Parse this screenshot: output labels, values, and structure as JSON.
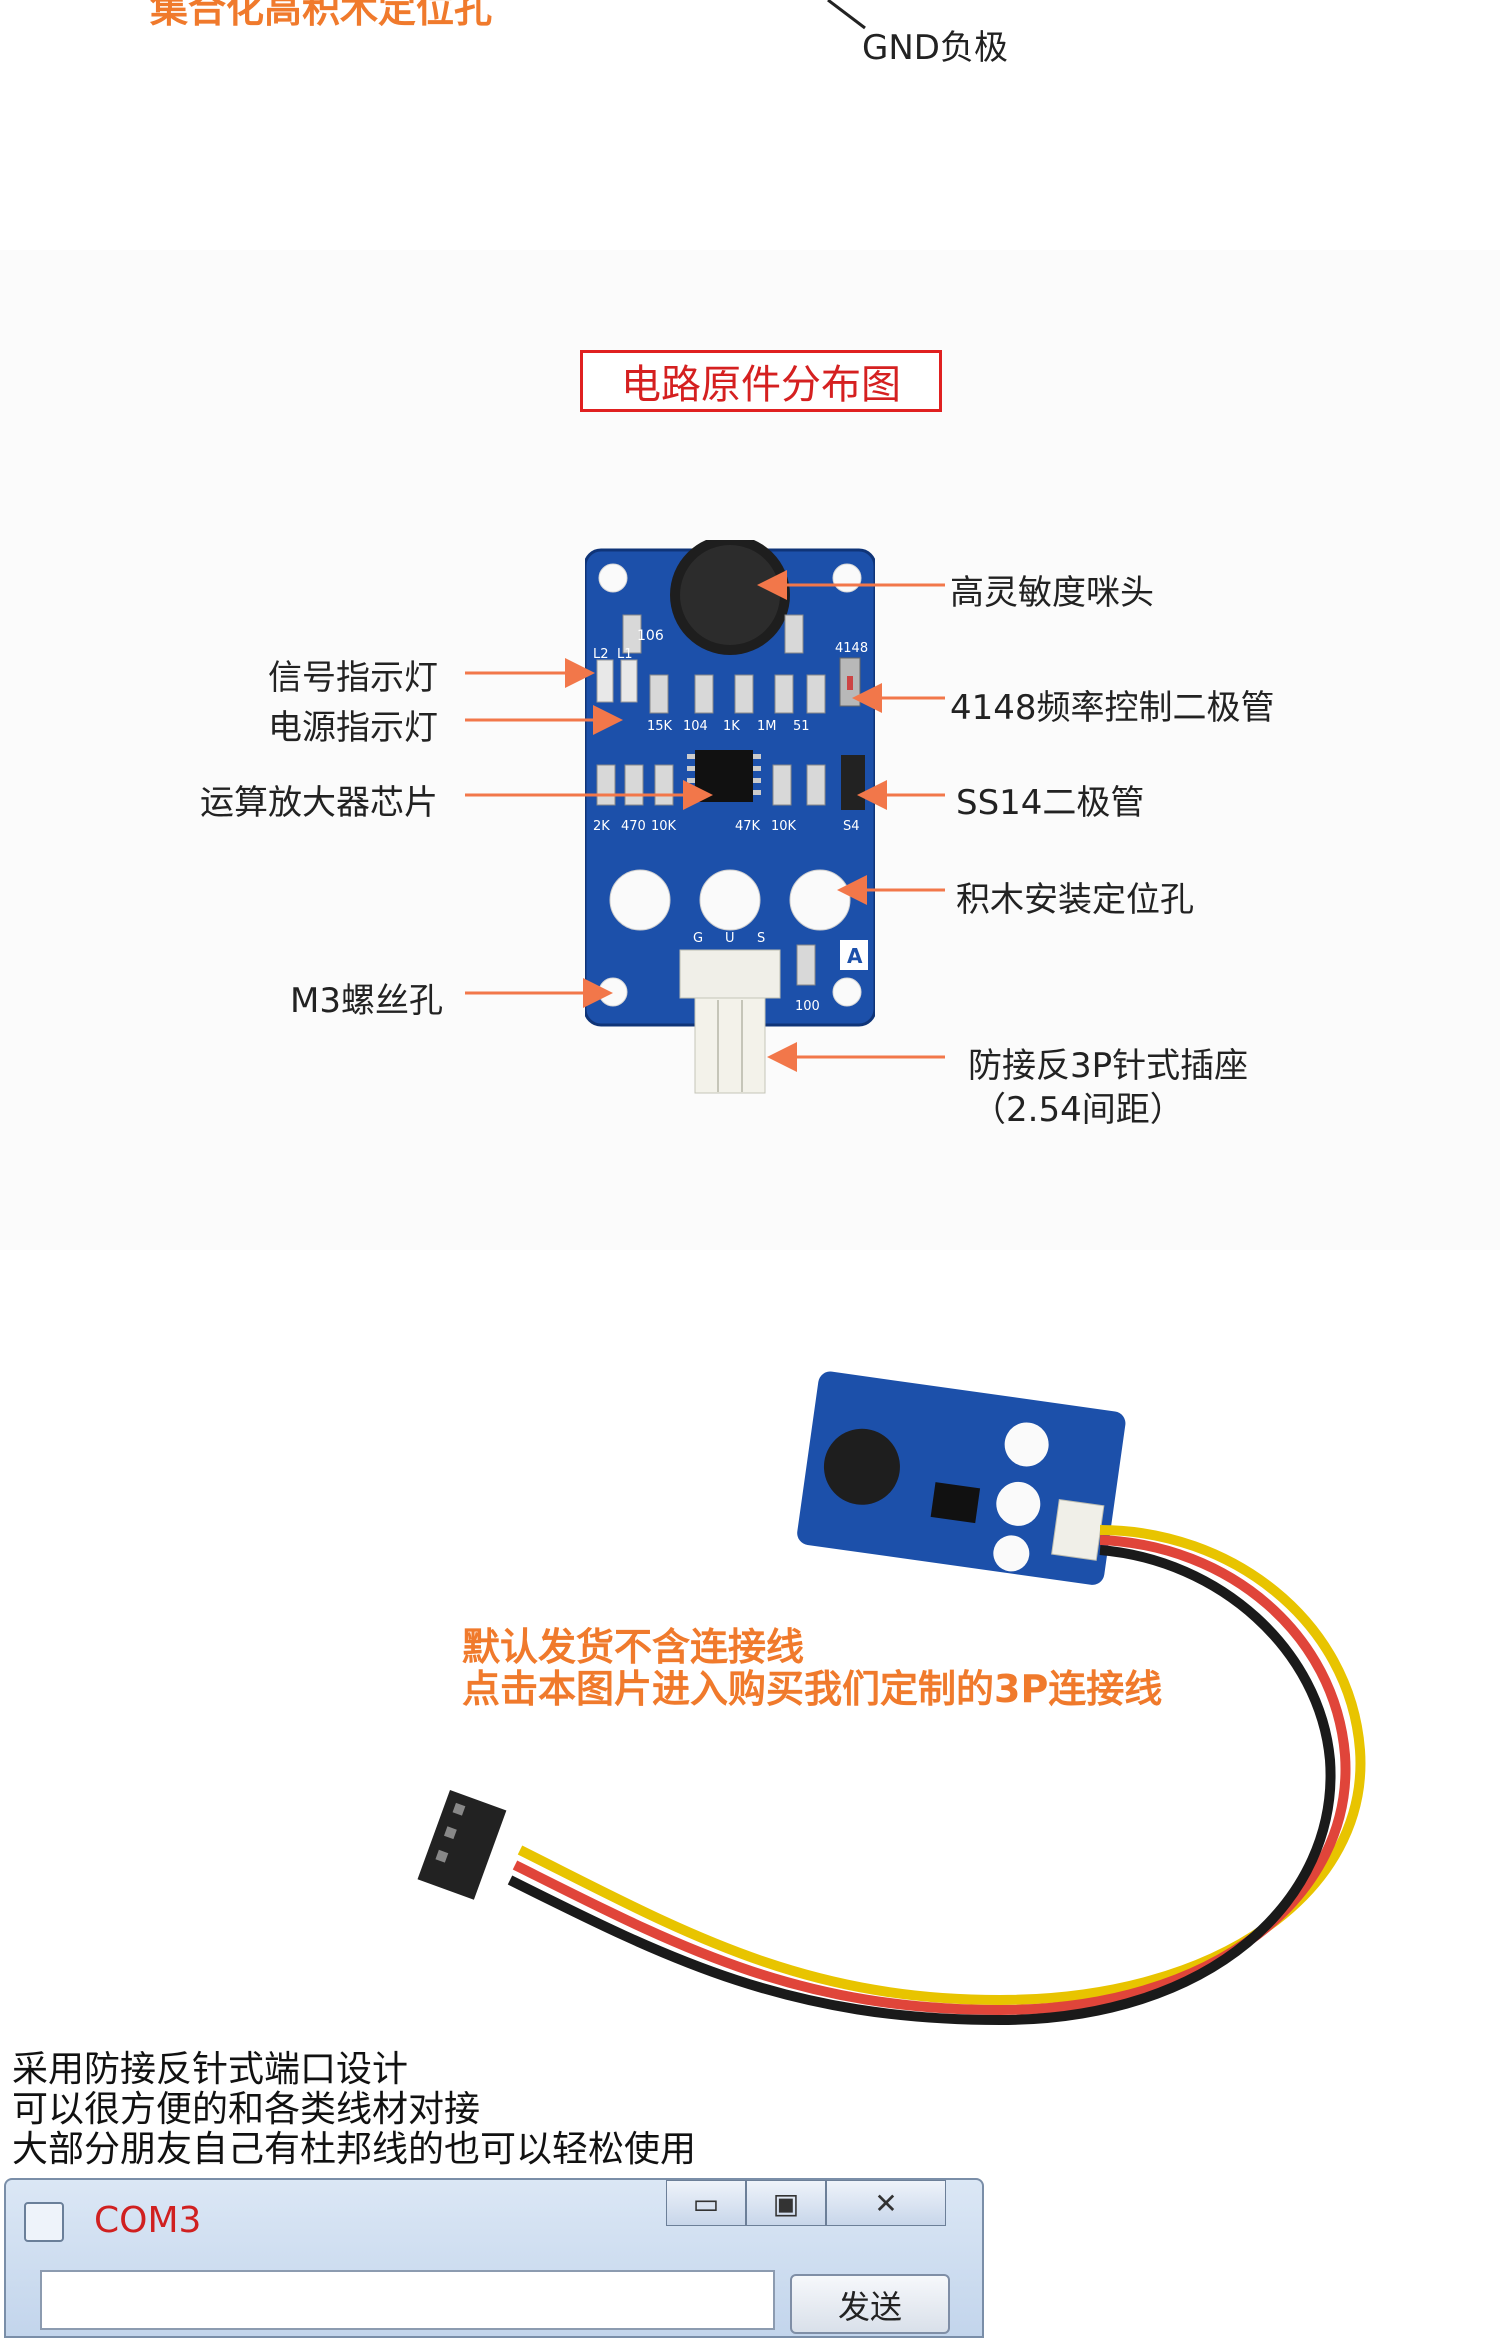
{
  "top": {
    "cut_title": "集合化高积木定位孔",
    "gnd_label": "GND负极"
  },
  "diagram": {
    "title": "电路原件分布图",
    "labels_left": [
      "信号指示灯",
      "电源指示灯",
      "运算放大器芯片",
      "M3螺丝孔"
    ],
    "labels_right": [
      "高灵敏度咪头",
      "4148频率控制二极管",
      "SS14二极管",
      "积木安装定位孔",
      "防接反3P针式插座",
      "（2.54间距）"
    ],
    "board_text": {
      "r106": "106",
      "l2": "L2",
      "l1": "L1",
      "r104": "104",
      "r1k": "1K",
      "r1m": "1M",
      "r51": "51",
      "r15k": "15K",
      "r2k": "2K",
      "r470": "470",
      "r10k_a": "10K",
      "r47k": "47K",
      "r10k_b": "10K",
      "d4148": "4148",
      "ss4": "S4",
      "a": "A",
      "g": "G",
      "u": "U",
      "s": "S",
      "r100": "100"
    }
  },
  "cable_section": {
    "caption_line1": "默认发货不含连接线",
    "caption_line2": "点击本图片进入购买我们定制的3P连接线",
    "desc_line1": "采用防接反针式端口设计",
    "desc_line2": "可以很方便的和各类线材对接",
    "desc_line3": "大部分朋友自己有杜邦线的也可以轻松使用"
  },
  "window": {
    "title": "COM3",
    "send_label": "发送",
    "minimize_glyph": "▭",
    "maximize_glyph": "▣",
    "close_glyph": "✕"
  },
  "colors": {
    "orange": "#f07a2c",
    "red_title": "#d52020",
    "pcb_blue": "#1a4fa8",
    "arrow": "#f2774a"
  }
}
